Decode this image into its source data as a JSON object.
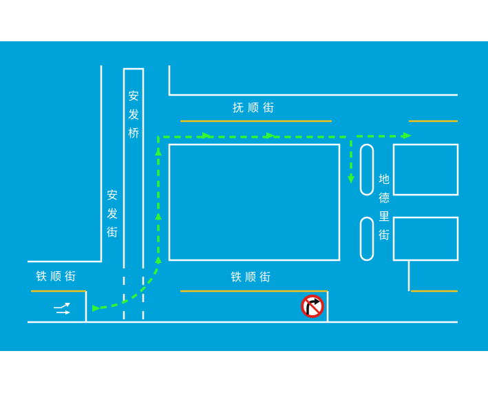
{
  "colors": {
    "page_background": "#ffffff",
    "map_background": "#00a2da",
    "road_edge": "#ffffff",
    "center_line": "#f2c21a",
    "route": "#33f533",
    "sign_red": "#e0201b",
    "sign_black": "#111111",
    "label_text": "#ffffff"
  },
  "labels": {
    "anfa_bridge": "安发桥",
    "anfa_street": "安发街",
    "fushun_street": "抚顺街",
    "tieshun_street_west": "铁顺街",
    "tieshun_street_center": "铁顺街",
    "dideli_street": "地德里街"
  },
  "icons": {
    "lane_marking": "lane-arrows-icon",
    "traffic_sign": "no-turn-sign-icon",
    "route_arrowhead": "route-arrow-icon"
  }
}
